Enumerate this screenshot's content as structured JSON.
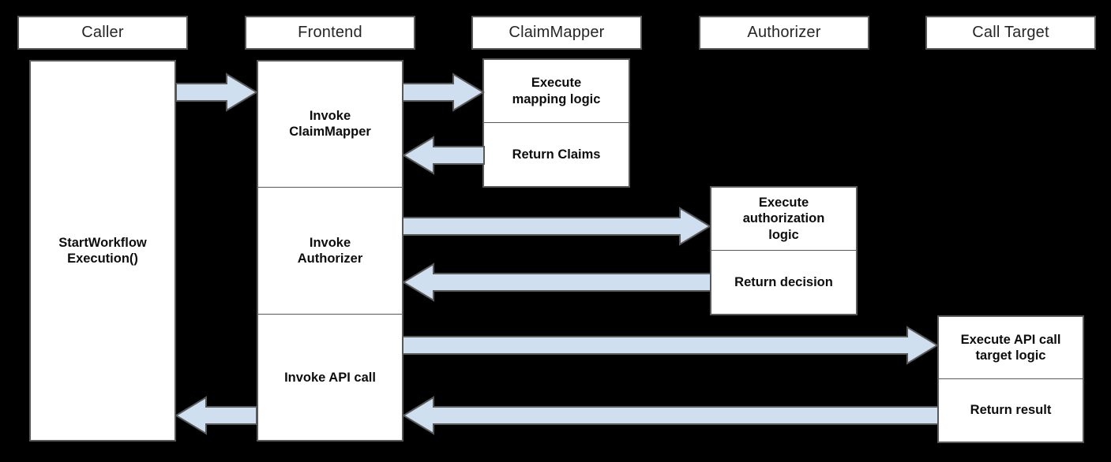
{
  "diagram": {
    "title": "Workflow authorization sequence diagram",
    "background_color": "#000000",
    "box_fill": "#ffffff",
    "box_border": "#595959",
    "arrow_fill": "#cfdff0",
    "arrow_border": "#595959"
  },
  "lifelines": [
    {
      "id": "caller",
      "label": "Caller"
    },
    {
      "id": "frontend",
      "label": "Frontend"
    },
    {
      "id": "claimmapper",
      "label": "ClaimMapper"
    },
    {
      "id": "authorizer",
      "label": "Authorizer"
    },
    {
      "id": "calltarget",
      "label": "Call Target"
    }
  ],
  "activations": {
    "caller": {
      "segments": [
        {
          "label": "StartWorkflow\nExecution()"
        }
      ]
    },
    "frontend": {
      "segments": [
        {
          "label": "Invoke\nClaimMapper"
        },
        {
          "label": "Invoke\nAuthorizer"
        },
        {
          "label": "Invoke API call"
        }
      ]
    },
    "claimmapper": {
      "segments": [
        {
          "label": "Execute\nmapping logic"
        },
        {
          "label": "Return Claims"
        }
      ]
    },
    "authorizer": {
      "segments": [
        {
          "label": "Execute\nauthorization\nlogic"
        },
        {
          "label": "Return decision"
        }
      ]
    },
    "calltarget": {
      "segments": [
        {
          "label": "Execute API call\ntarget logic"
        },
        {
          "label": "Return result"
        }
      ]
    }
  },
  "messages": [
    {
      "id": "caller-to-frontend",
      "from": "caller",
      "to": "frontend",
      "direction": "right",
      "name": "start-workflow-execution-call"
    },
    {
      "id": "frontend-to-claimmapper",
      "from": "frontend",
      "to": "claimmapper",
      "direction": "right",
      "name": "invoke-claimmapper-call"
    },
    {
      "id": "claimmapper-to-frontend",
      "from": "claimmapper",
      "to": "frontend",
      "direction": "left",
      "name": "return-claims-response"
    },
    {
      "id": "frontend-to-authorizer",
      "from": "frontend",
      "to": "authorizer",
      "direction": "right",
      "name": "invoke-authorizer-call"
    },
    {
      "id": "authorizer-to-frontend",
      "from": "authorizer",
      "to": "frontend",
      "direction": "left",
      "name": "return-decision-response"
    },
    {
      "id": "frontend-to-calltarget",
      "from": "frontend",
      "to": "calltarget",
      "direction": "right",
      "name": "invoke-api-call"
    },
    {
      "id": "calltarget-to-frontend",
      "from": "calltarget",
      "to": "frontend",
      "direction": "left",
      "name": "return-result-response"
    },
    {
      "id": "frontend-to-caller",
      "from": "frontend",
      "to": "caller",
      "direction": "left",
      "name": "return-to-caller-response"
    }
  ]
}
